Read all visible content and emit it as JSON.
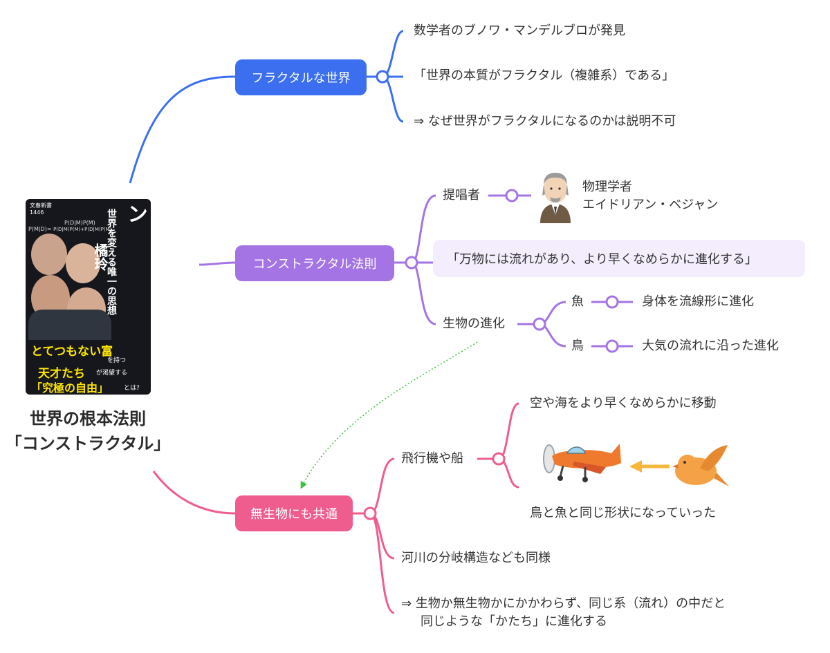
{
  "root": {
    "line1": "世界の根本法則",
    "line2": "「コンストラクタル」"
  },
  "book": {
    "publisher": "文春新書",
    "number": "1446",
    "formula_top": "P(D|M)P(M)",
    "formula_left": "P(M|D)=",
    "formula_bottom": "P(D|M)P(M)+P(D|M)P(M)",
    "title": "テクノ・リバタリアン",
    "subtitle": "世界を変える唯一の思想",
    "author": "橘玲",
    "blurb_1": "とてつもない富",
    "blurb_2": "を持つ",
    "blurb_3": "天才たち",
    "blurb_4": "が渇望する",
    "blurb_5": "「究極の自由」",
    "blurb_6": "とは?"
  },
  "branches": {
    "fractal": {
      "label": "フラクタルな世界",
      "items": [
        "数学者のブノワ・マンデルブロが発見",
        "「世界の本質がフラクタル（複雑系）である」",
        "⇒ なぜ世界がフラクタルになるのかは説明不可"
      ]
    },
    "constructal": {
      "label": "コンストラクタル法則",
      "proposer_label": "提唱者",
      "proposer_role": "物理学者",
      "proposer_name": "エイドリアン・ベジャン",
      "law": "「万物には流れがあり、より早くなめらかに進化する」",
      "evolution_label": "生物の進化",
      "fish": "魚",
      "fish_desc": "身体を流線形に進化",
      "bird": "鳥",
      "bird_desc": "大気の流れに沿った進化"
    },
    "inanimate": {
      "label": "無生物にも共通",
      "plane_label": "飛行機や船",
      "plane_item": "空や海をより早くなめらかに移動",
      "plane_caption": "鳥と魚と同じ形状になっていった",
      "river": "河川の分岐構造なども同様",
      "conclusion_1": "⇒ 生物か無生物かにかかわらず、同じ系（流れ）の中だと",
      "conclusion_2": "同じような「かたち」に進化する"
    }
  },
  "colors": {
    "blue": "#3b6fef",
    "purple": "#a474e4",
    "pink": "#ef5d8e",
    "callout": "#f3edfd",
    "arrow": "#3cc23c"
  },
  "icons": {
    "scientist": "scientist-portrait-icon",
    "airplane": "airplane-icon",
    "bird": "bird-icon"
  }
}
